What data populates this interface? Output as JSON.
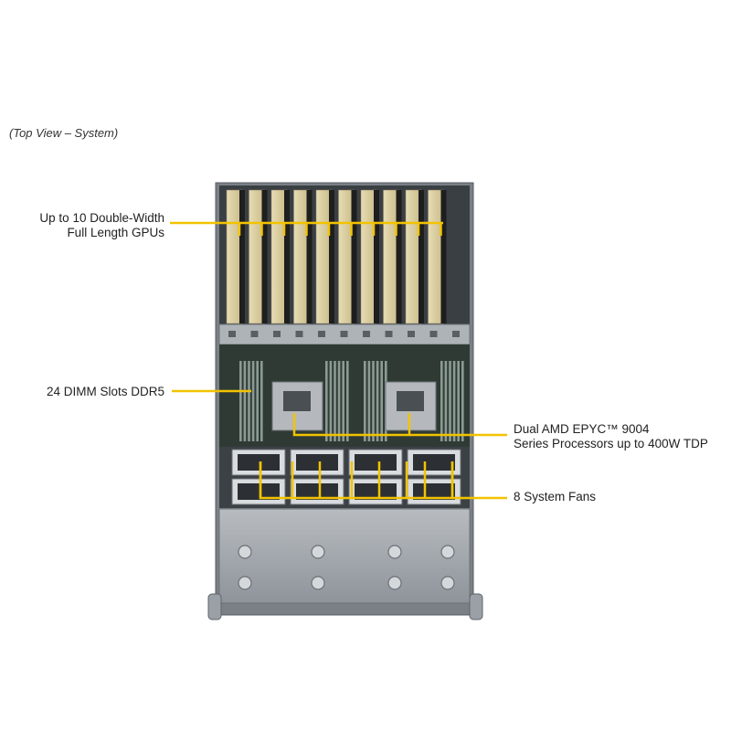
{
  "caption": "(Top View – System)",
  "callouts": {
    "gpus": {
      "line1": "Up to 10 Double-Width",
      "line2": "Full Length GPUs"
    },
    "dimm": {
      "line1": "24 DIMM Slots DDR5"
    },
    "cpu": {
      "line1": "Dual AMD EPYC™ 9004",
      "line2": "Series Processors up to 400W TDP"
    },
    "fans": {
      "line1": "8 System Fans"
    }
  },
  "colors": {
    "callout_line": "#f2c300",
    "chassis": "#9aa0a6",
    "gpu_card": "#d8cca0",
    "gpu_bracket": "#1e1e1e",
    "board": "#2f3a35"
  },
  "counts": {
    "gpus": 10,
    "fans": 8,
    "dimm_slots": 24
  }
}
